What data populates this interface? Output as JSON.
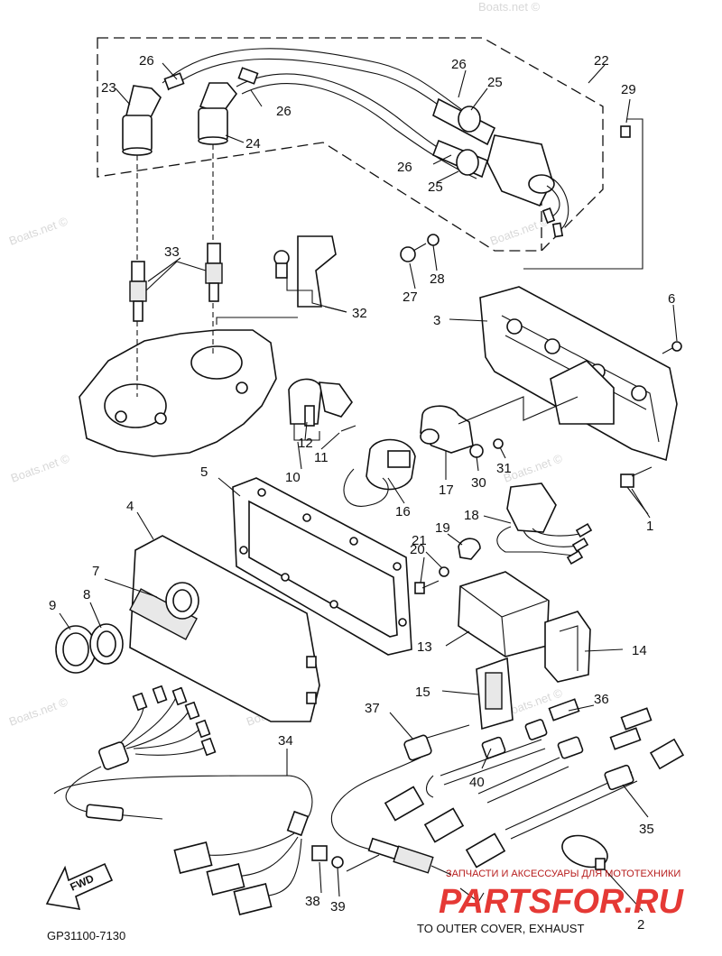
{
  "diagram_code": "GP31100-7130",
  "bottom_note": "TO OUTER COVER, EXHAUST",
  "fwd_label": "FWD",
  "watermark": "Boats.net ©",
  "callouts": {
    "c1": "1",
    "c2": "2",
    "c3": "3",
    "c4": "4",
    "c5": "5",
    "c6": "6",
    "c7": "7",
    "c8": "8",
    "c9": "9",
    "c10": "10",
    "c11": "11",
    "c12": "12",
    "c13": "13",
    "c14": "14",
    "c15": "15",
    "c16": "16",
    "c17": "17",
    "c18": "18",
    "c19": "19",
    "c20": "20",
    "c21": "21",
    "c22": "22",
    "c23": "23",
    "c24": "24",
    "c25a": "25",
    "c25b": "25",
    "c26a": "26",
    "c26b": "26",
    "c26c": "26",
    "c26d": "26",
    "c27": "27",
    "c28": "28",
    "c29": "29",
    "c30": "30",
    "c31": "31",
    "c32": "32",
    "c33": "33",
    "c34": "34",
    "c35": "35",
    "c36": "36",
    "c37": "37",
    "c38": "38",
    "c39": "39",
    "c40": "40"
  },
  "store_banner": {
    "tagline": "ЗАПЧАСТИ И АКСЕССУАРЫ ДЛЯ МОТОТЕХНИКИ",
    "logo": "PARTSFOR.RU"
  }
}
